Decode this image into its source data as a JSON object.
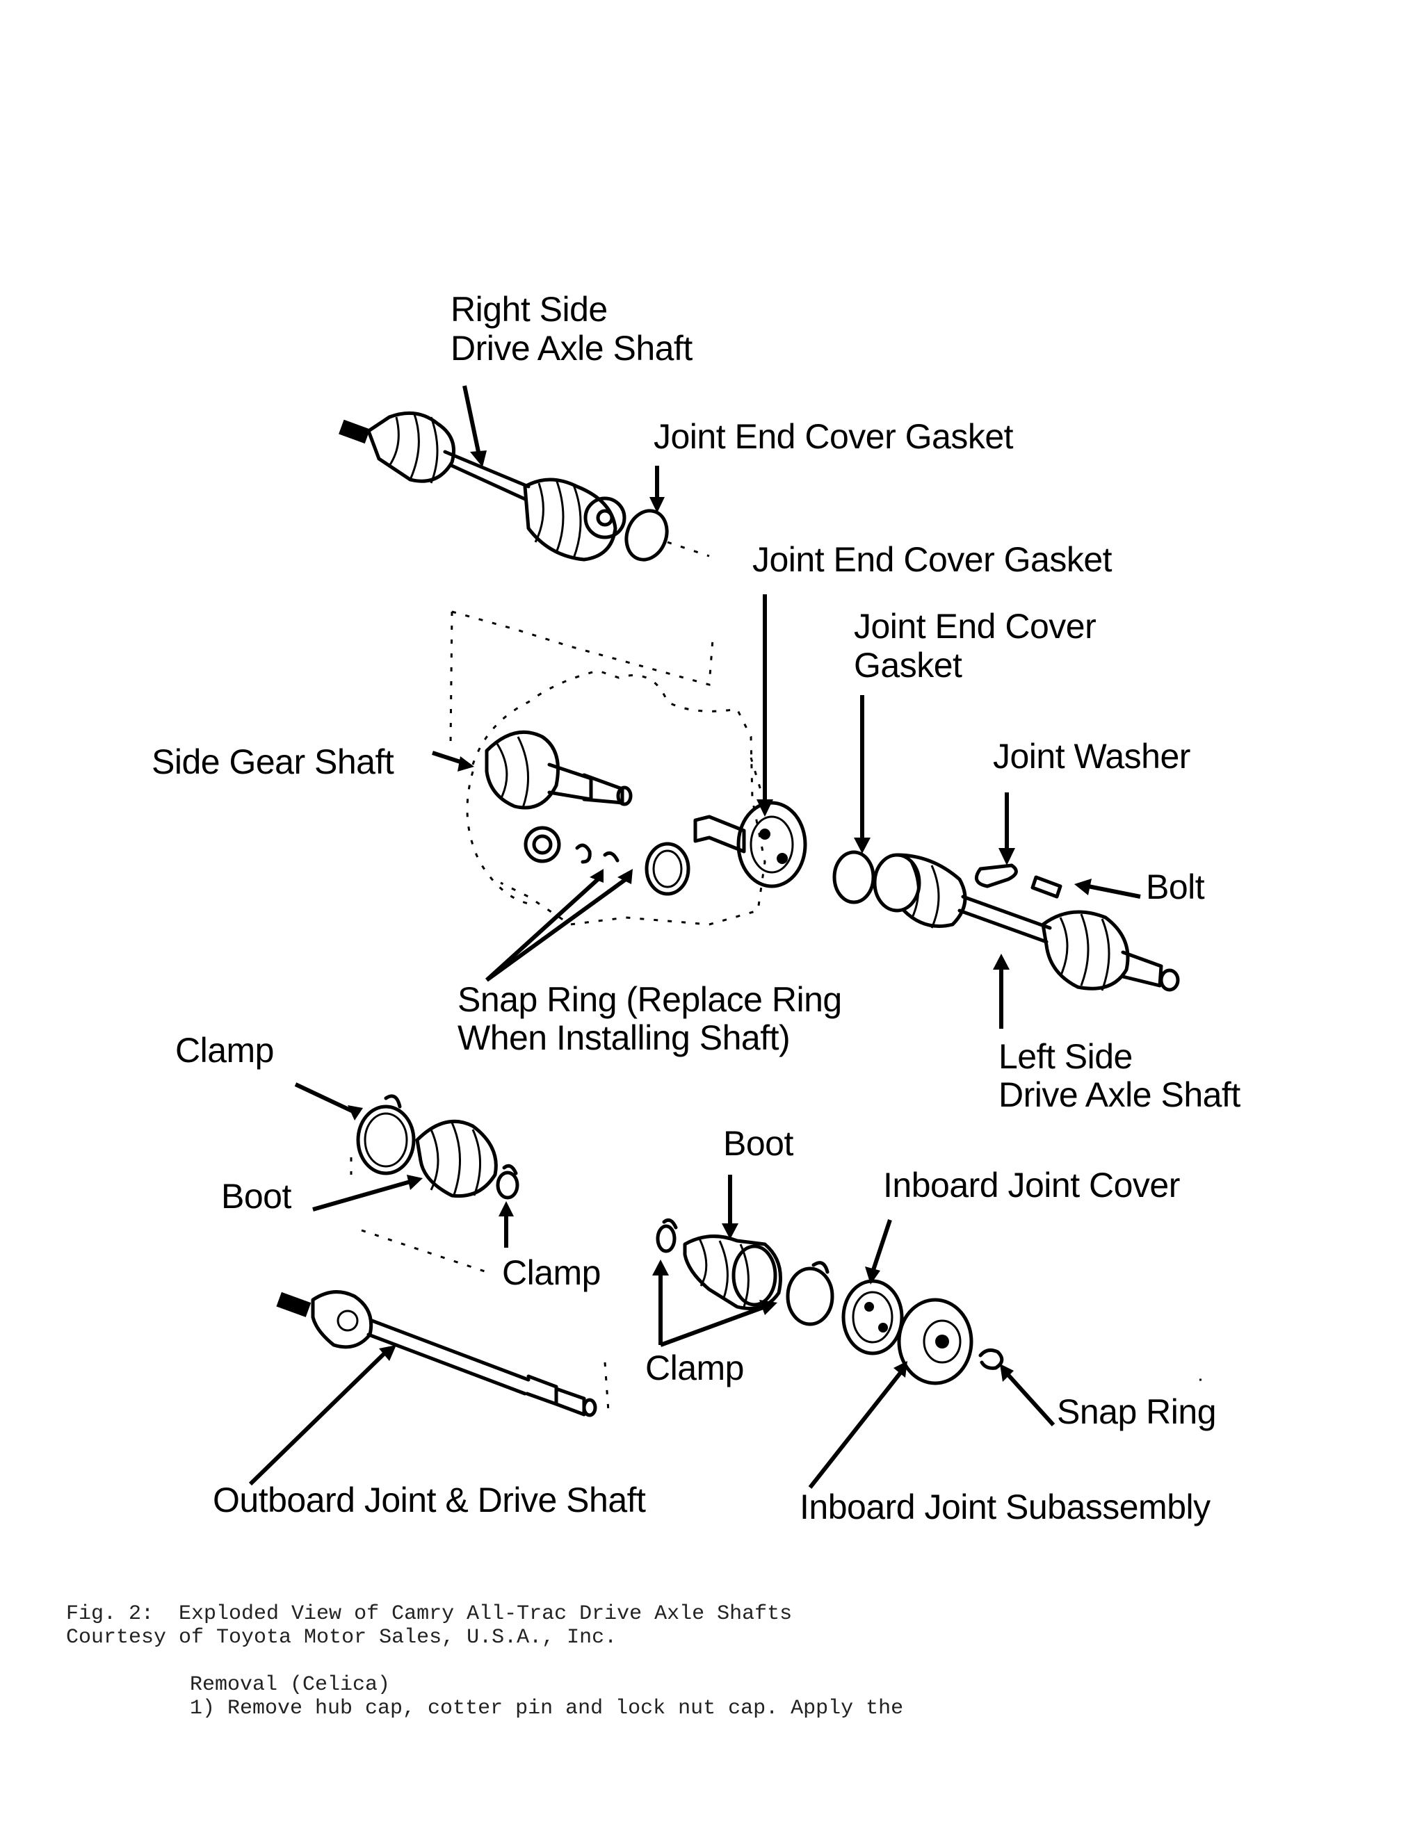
{
  "labels": {
    "right_side_1": "Right Side",
    "right_side_2": "Drive Axle Shaft",
    "joint_end_cover_gasket_a": "Joint End Cover Gasket",
    "joint_end_cover_gasket_b": "Joint End Cover Gasket",
    "joint_end_cover_gasket_c1": "Joint End Cover",
    "joint_end_cover_gasket_c2": "Gasket",
    "side_gear_shaft": "Side Gear Shaft",
    "joint_washer": "Joint Washer",
    "bolt": "Bolt",
    "snap_ring_1": "Snap Ring (Replace Ring",
    "snap_ring_2": "When Installing Shaft)",
    "left_side_1": "Left Side",
    "left_side_2": "Drive Axle Shaft",
    "clamp_top": "Clamp",
    "boot_left": "Boot",
    "clamp_mid": "Clamp",
    "boot_right": "Boot",
    "inboard_joint_cover": "Inboard Joint Cover",
    "clamp_bottom": "Clamp",
    "snap_ring_bottom": "Snap Ring",
    "outboard_joint": "Outboard Joint & Drive Shaft",
    "inboard_subassembly": "Inboard Joint Subassembly"
  },
  "caption": {
    "line1": "Fig. 2:  Exploded View of Camry All-Trac Drive Axle Shafts",
    "line2": "Courtesy of Toyota Motor Sales, U.S.A., Inc."
  },
  "body_text": {
    "heading": "Removal (Celica)",
    "step1": "1) Remove hub cap, cotter pin and lock nut cap. Apply the"
  }
}
